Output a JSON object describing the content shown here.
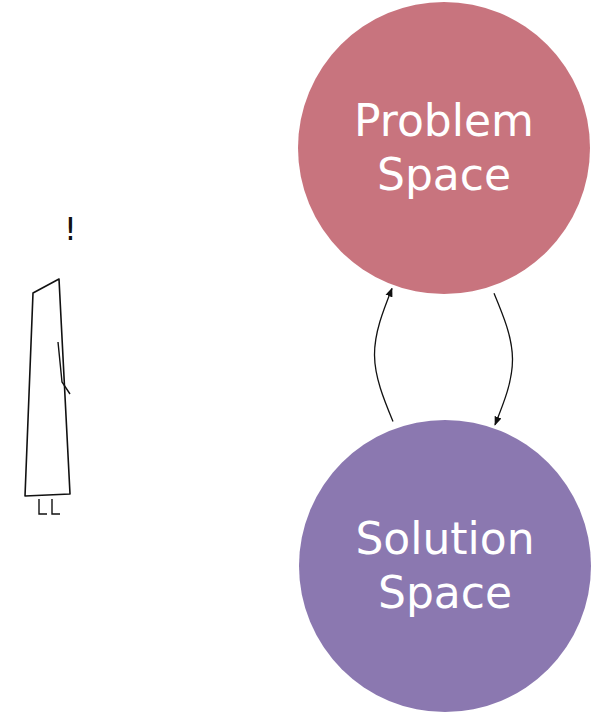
{
  "diagram": {
    "nodes": [
      {
        "text": [
          "Problem Space"
        ]
      },
      {
        "text": [
          "Solution Space"
        ]
      }
    ],
    "edges": [
      {
        "from": 0,
        "to": 1,
        "arrow": "to"
      },
      {
        "from": 1,
        "to": 0,
        "arrow": "to"
      }
    ],
    "labels": [
      "!"
    ]
  }
}
